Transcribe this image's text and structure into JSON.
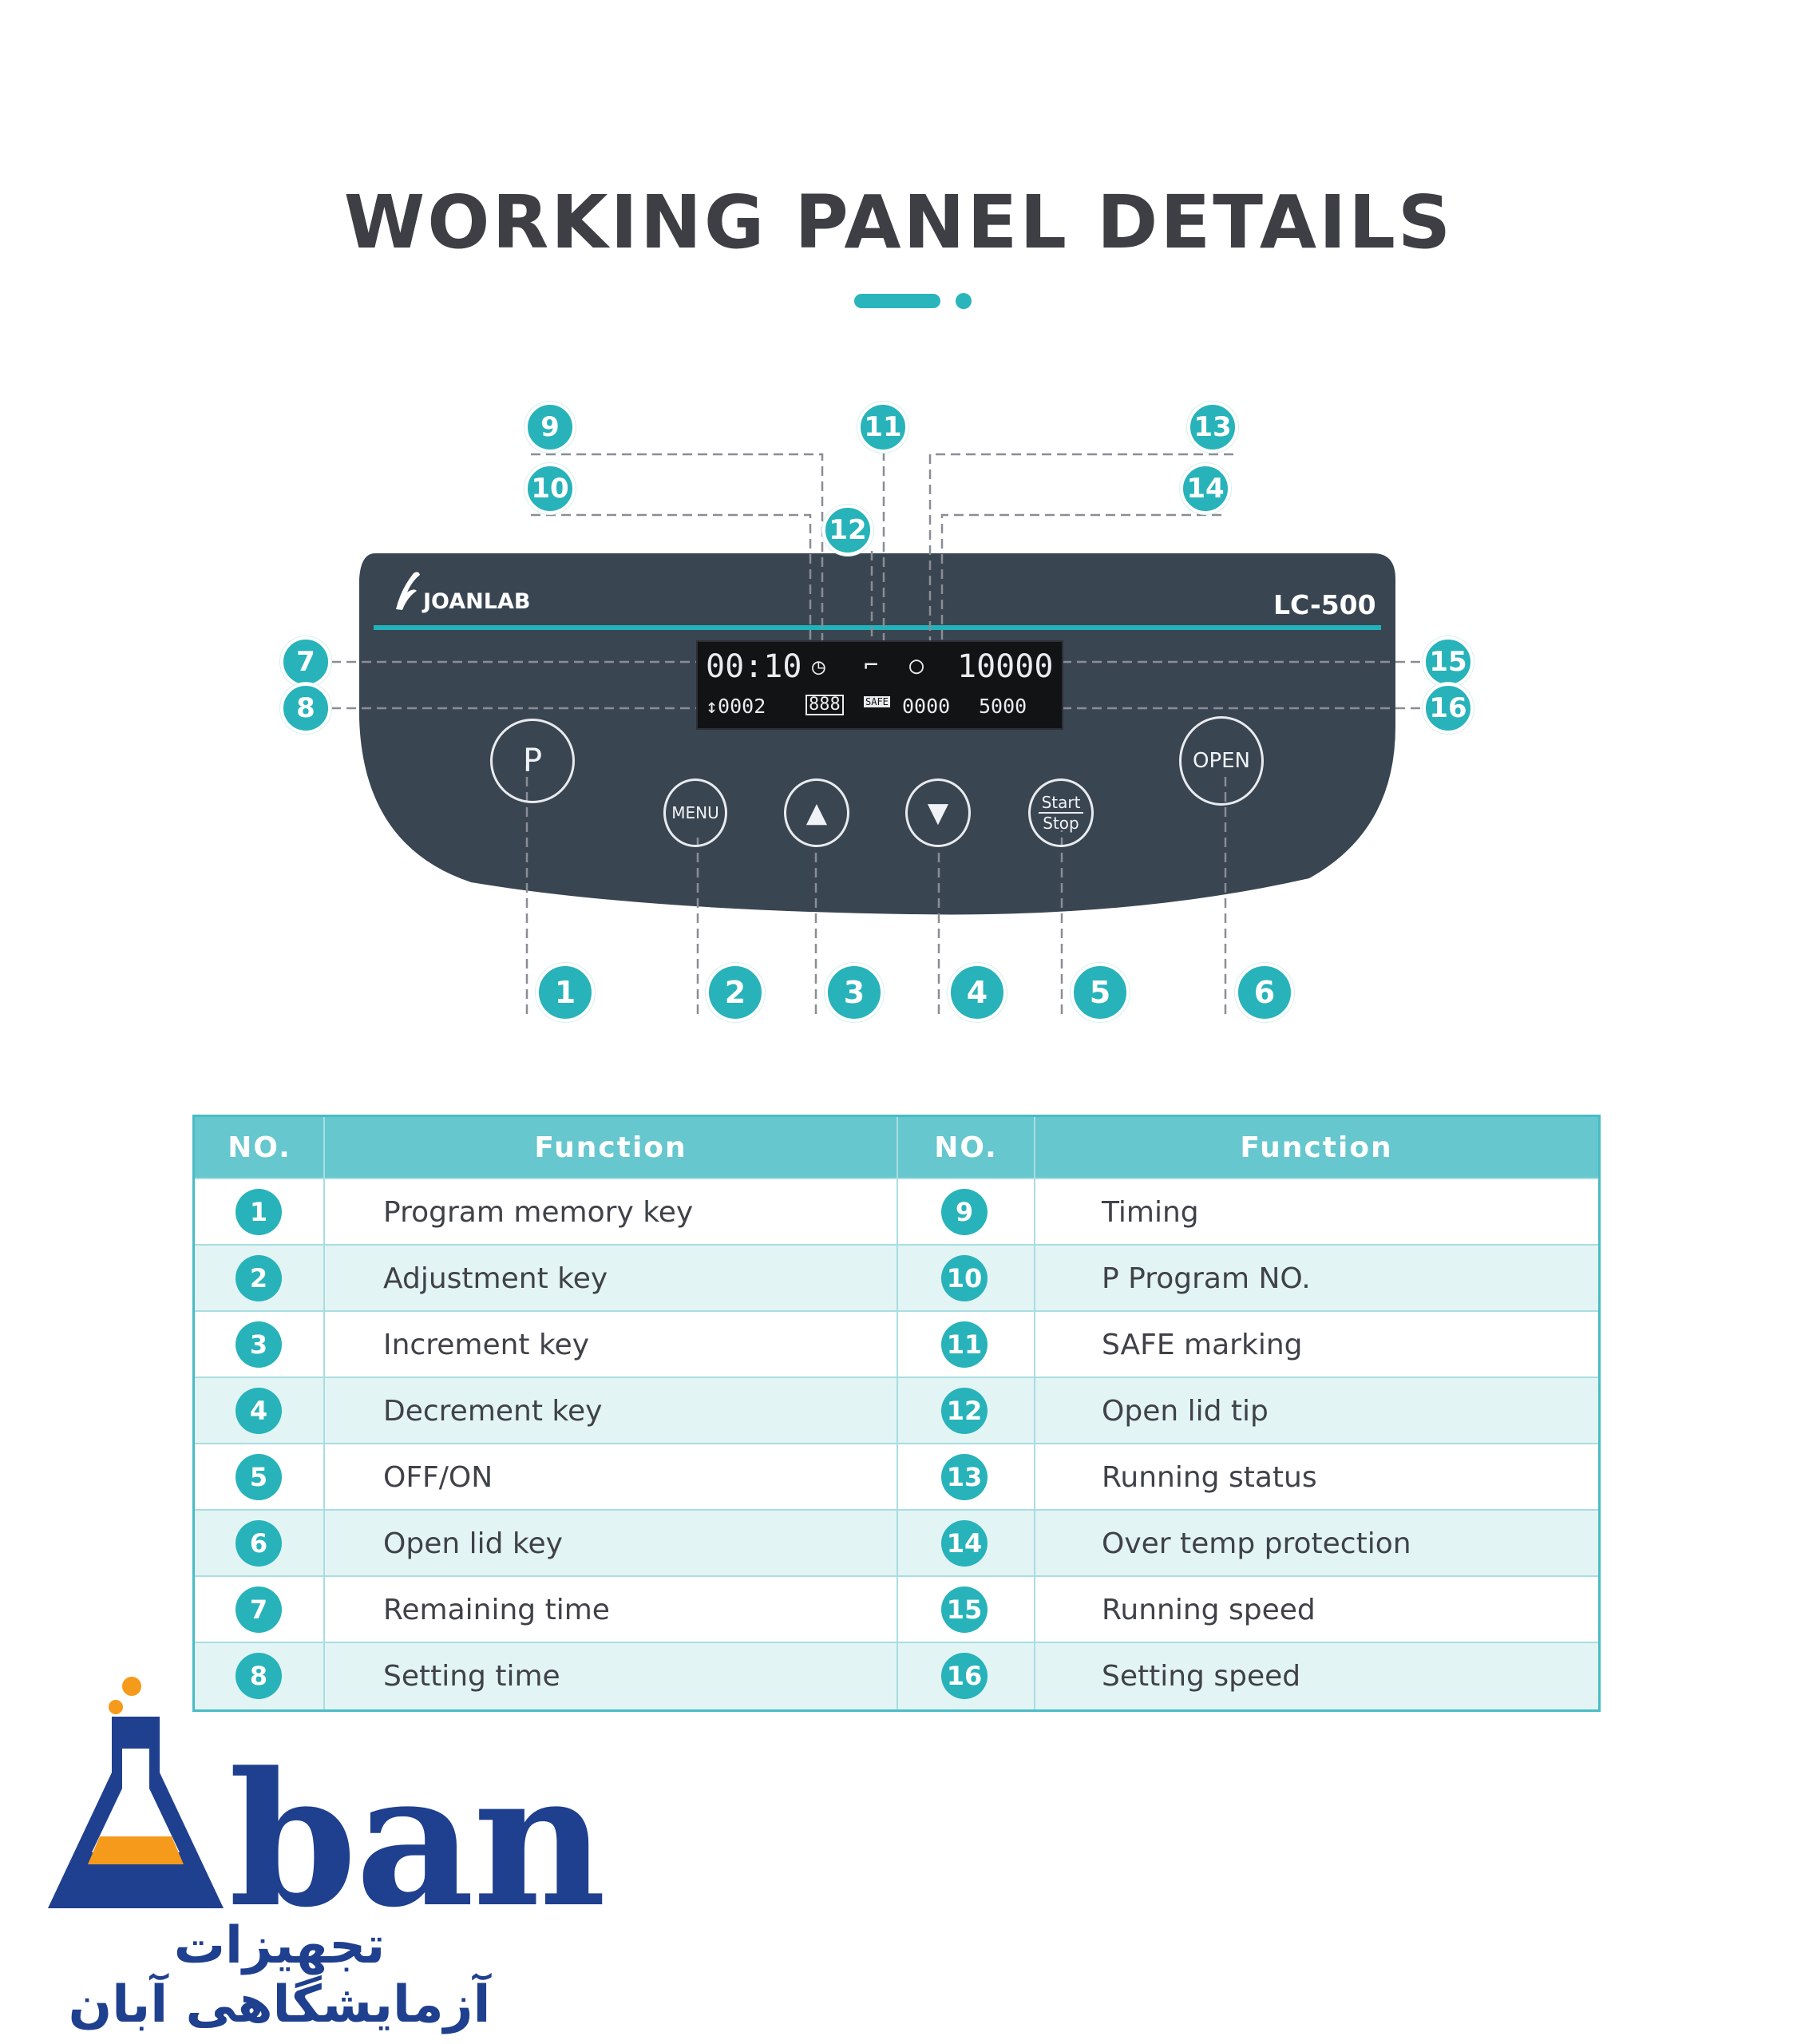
{
  "title": "WORKING PANEL DETAILS",
  "accent_color": "#27b3b9",
  "panel": {
    "brand": "JOANLAB",
    "model": "LC-500",
    "lcd": {
      "remaining_time": "00:10",
      "setting_time": "↕0002",
      "program": "888",
      "temperature": "0000",
      "running_speed": "10000",
      "setting_speed": "5000"
    },
    "buttons": {
      "p": "P",
      "menu": "MENU",
      "up": "▲",
      "down": "▼",
      "start": "Start",
      "stop": "Stop",
      "open": "OPEN"
    },
    "callouts": [
      "1",
      "2",
      "3",
      "4",
      "5",
      "6",
      "7",
      "8",
      "9",
      "10",
      "11",
      "12",
      "13",
      "14",
      "15",
      "16"
    ]
  },
  "table": {
    "headers": [
      "NO.",
      "Function",
      "NO.",
      "Function"
    ],
    "rows": [
      {
        "no_left": "1",
        "func_left": "Program memory key",
        "no_right": "9",
        "func_right": "Timing"
      },
      {
        "no_left": "2",
        "func_left": "Adjustment key",
        "no_right": "10",
        "func_right": "P Program NO."
      },
      {
        "no_left": "3",
        "func_left": "Increment key",
        "no_right": "11",
        "func_right": "SAFE marking"
      },
      {
        "no_left": "4",
        "func_left": "Decrement key",
        "no_right": "12",
        "func_right": "Open lid tip"
      },
      {
        "no_left": "5",
        "func_left": "OFF/ON",
        "no_right": "13",
        "func_right": "Running status"
      },
      {
        "no_left": "6",
        "func_left": "Open lid key",
        "no_right": "14",
        "func_right": "Over temp protection"
      },
      {
        "no_left": "7",
        "func_left": "Remaining time",
        "no_right": "15",
        "func_right": "Running speed"
      },
      {
        "no_left": "8",
        "func_left": "Setting time",
        "no_right": "16",
        "func_right": "Setting speed"
      }
    ]
  },
  "logo": {
    "name": "Aban",
    "subtitle": "تجهیزات آزمایشگاهی آبان"
  }
}
